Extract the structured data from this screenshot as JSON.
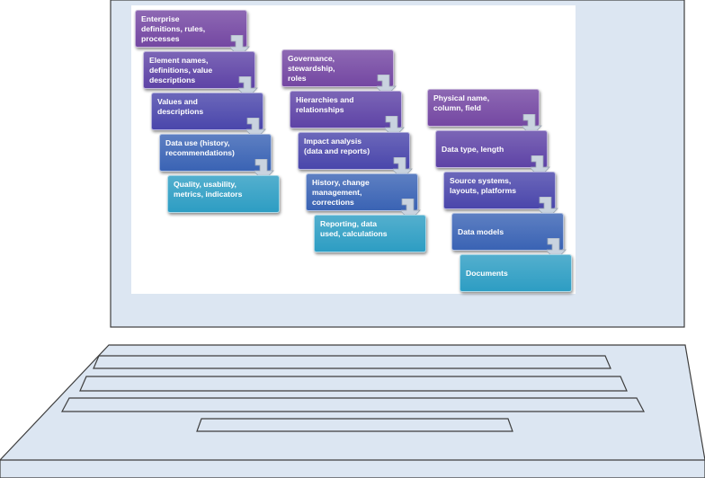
{
  "colors": {
    "laptop_body": "#dce6f2",
    "laptop_outline": "#3e3e3e",
    "screen_bg": "#ffffff",
    "arrow_fill": "#c9d3df",
    "arrow_outline": "#9aa6b4"
  },
  "columns": [
    {
      "boxes": [
        {
          "text": "Enterprise\ndefinitions, rules,\nprocesses",
          "color": "#7447a2"
        },
        {
          "text": "Element names,\ndefinitions, value\ndescriptions",
          "color": "#5e43a6"
        },
        {
          "text": "Values and\ndescriptions",
          "color": "#4a46ab"
        },
        {
          "text": "Data use (history,\nrecommendations)",
          "color": "#3a63b4"
        },
        {
          "text": "Quality, usability,\nmetrics, indicators",
          "color": "#2d9dc3"
        }
      ]
    },
    {
      "boxes": [
        {
          "text": "Governance,\nstewardship,\nroles",
          "color": "#7447a2"
        },
        {
          "text": "Hierarchies and\nrelationships",
          "color": "#5e43a6"
        },
        {
          "text": "Impact analysis\n(data and reports)",
          "color": "#4a46ab"
        },
        {
          "text": "History, change\nmanagement,\ncorrections",
          "color": "#3a63b4"
        },
        {
          "text": "Reporting, data\nused, calculations",
          "color": "#2d9dc3"
        }
      ]
    },
    {
      "boxes": [
        {
          "text": "Physical name,\ncolumn, field",
          "color": "#7447a2"
        },
        {
          "text": "Data type, length",
          "color": "#5e43a6"
        },
        {
          "text": "Source systems,\nlayouts, platforms",
          "color": "#4a46ab"
        },
        {
          "text": "Data models",
          "color": "#3a63b4"
        },
        {
          "text": "Documents",
          "color": "#2d9dc3"
        }
      ]
    }
  ]
}
